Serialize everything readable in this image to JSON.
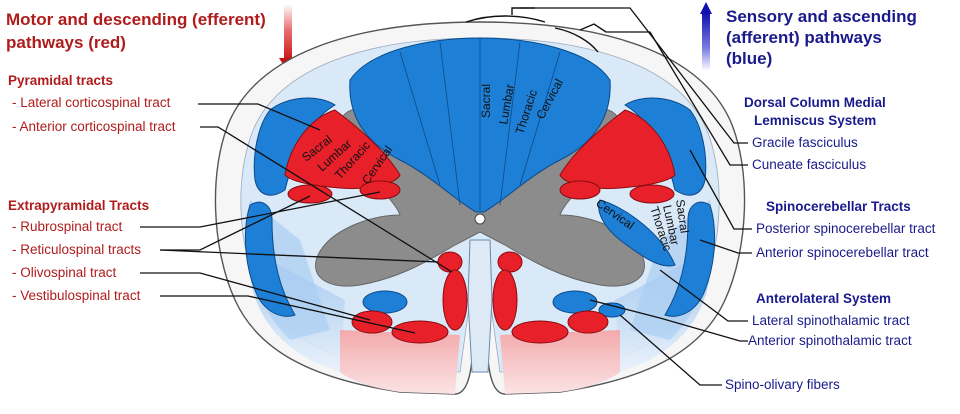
{
  "left": {
    "efferent_title_line1": "Motor and descending (efferent)",
    "efferent_title_line2": "pathways   (red)",
    "pyramidal": {
      "heading": "Pyramidal tracts",
      "items": [
        "- Lateral corticospinal tract",
        "- Anterior corticospinal tract"
      ]
    },
    "extrapyramidal": {
      "heading": "Extrapyramidal Tracts",
      "items": [
        "- Rubrospinal tract",
        "- Reticulospinal tracts",
        "- Olivospinal tract",
        "- Vestibulospinal tract"
      ]
    }
  },
  "right": {
    "afferent_title_line1": "Sensory and ascending",
    "afferent_title_line2": "(afferent) pathways",
    "afferent_title_line3": "(blue)",
    "dcml": {
      "heading_line1": "Dorsal Column Medial",
      "heading_line2": "Lemniscus System",
      "items": [
        "Gracile fasciculus",
        "Cuneate fasciculus"
      ]
    },
    "spinocerebellar": {
      "heading": "Spinocerebellar Tracts",
      "items": [
        "Posterior spinocerebellar tract",
        "Anterior spinocerebellar tract"
      ]
    },
    "anterolateral": {
      "heading": "Anterolateral System",
      "items": [
        "Lateral spinothalamic tract",
        "Anterior spinothalamic tract"
      ]
    },
    "spino_olivary": "Spino-olivary fibers"
  },
  "segments": {
    "dorsal_column": [
      "Sacral",
      "Lumbar",
      "Thoracic",
      "Cervical"
    ],
    "corticospinal": [
      "Sacral",
      "Lumbar",
      "Thoracic",
      "Cervical"
    ],
    "spinothalamic": [
      "Cervical",
      "Thoracic",
      "Lumbar",
      "Sacral"
    ]
  },
  "colors": {
    "efferent_red": "#e8202a",
    "afferent_blue": "#1e7fd6",
    "label_red": "#b01c1c",
    "label_blue": "#1a1a8c",
    "grey_matter": "#8c8c8c"
  }
}
